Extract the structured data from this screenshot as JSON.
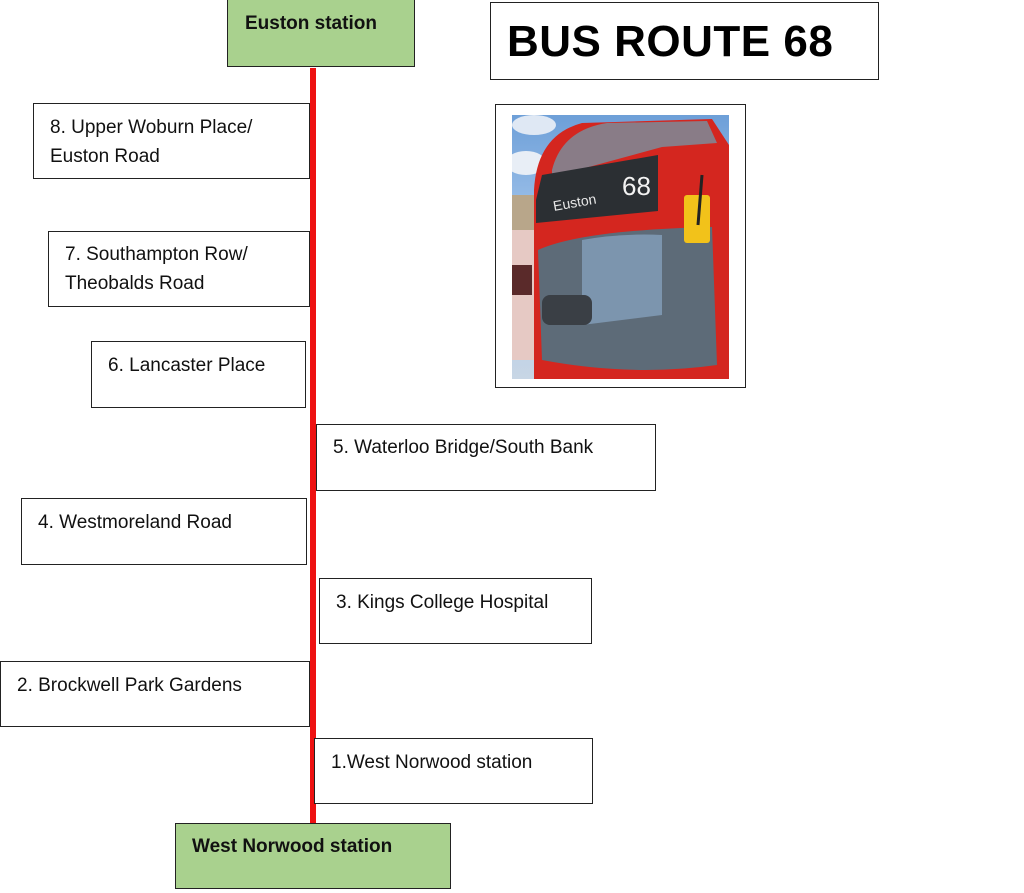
{
  "title": "BUS ROUTE 68",
  "route_color": "#ee1111",
  "terminus_color": "#a9d18e",
  "termini": {
    "north": "Euston station",
    "south": "West Norwood station"
  },
  "stops": [
    {
      "number": 1,
      "label": "1.West Norwood station",
      "side": "right"
    },
    {
      "number": 2,
      "label": "2. Brockwell Park Gardens",
      "side": "left"
    },
    {
      "number": 3,
      "label": "3. Kings College Hospital",
      "side": "right"
    },
    {
      "number": 4,
      "label": "4. Westmoreland Road",
      "side": "left"
    },
    {
      "number": 5,
      "label": "5. Waterloo Bridge/South Bank",
      "side": "right"
    },
    {
      "number": 6,
      "label": "6. Lancaster Place",
      "side": "left"
    },
    {
      "number": 7,
      "label": "7. Southampton Row/\nTheobalds Road",
      "side": "left"
    },
    {
      "number": 8,
      "label": "8. Upper Woburn Place/\nEuston Road",
      "side": "left"
    }
  ],
  "photo": {
    "description": "Front of red double-decker bus",
    "destination_display": "Euston",
    "route_display": "68"
  }
}
